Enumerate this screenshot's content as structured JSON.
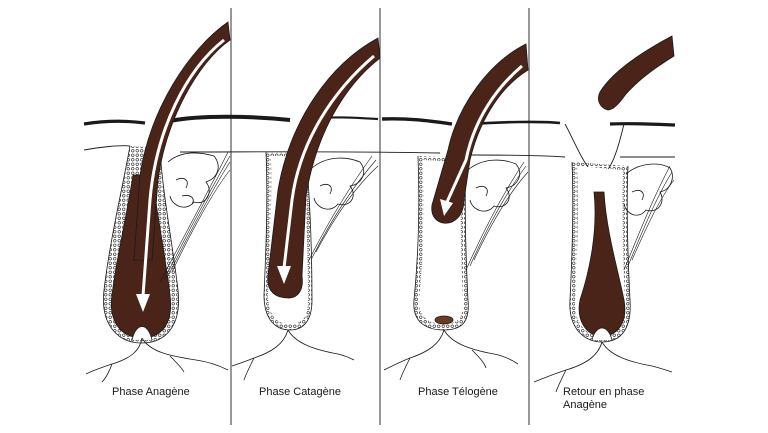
{
  "figure": {
    "panels": [
      {
        "id": "anagen",
        "label": "Phase Anagène"
      },
      {
        "id": "catagen",
        "label": "Phase Catagène"
      },
      {
        "id": "telogen",
        "label": "Phase Télogène"
      },
      {
        "id": "return",
        "label_line1": "Retour en phase",
        "label_line2": "Anagène"
      }
    ]
  },
  "colors": {
    "hair": "#4a2418",
    "ink": "#1a1a1a",
    "paper": "#ffffff"
  }
}
